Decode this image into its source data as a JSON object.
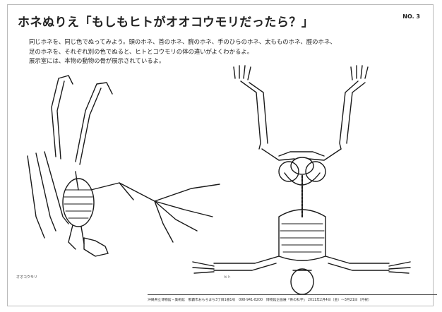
{
  "document": {
    "title": "ホネぬりえ「もしもヒトがオオコウモリだったら？」",
    "page_no": "NO. 3"
  },
  "description": {
    "line1": "同じホネを、同じ色でぬってみよう。頭のホネ、首のホネ、腕のホネ、手のひらのホネ、太もものホネ、脛のホネ、",
    "line2": "足のホネを、それぞれ別の色でぬると、ヒトとコウモリの体の違いがよくわかるよ。",
    "line3": "展示室には、本物の動物の骨が展示されているよ。"
  },
  "figures": {
    "bat_label": "オオコウモリ",
    "human_label": "ヒト"
  },
  "footer": {
    "text": "沖縄県立博物館・美術館　那覇市おもろまち3丁目1番1号　098-941-8200　博物館企画展「骨の科学」 2011年2月4日（金）〜3月21日（月祝）"
  },
  "colors": {
    "line": "#1a1a1a",
    "border": "#bbbbbb"
  }
}
